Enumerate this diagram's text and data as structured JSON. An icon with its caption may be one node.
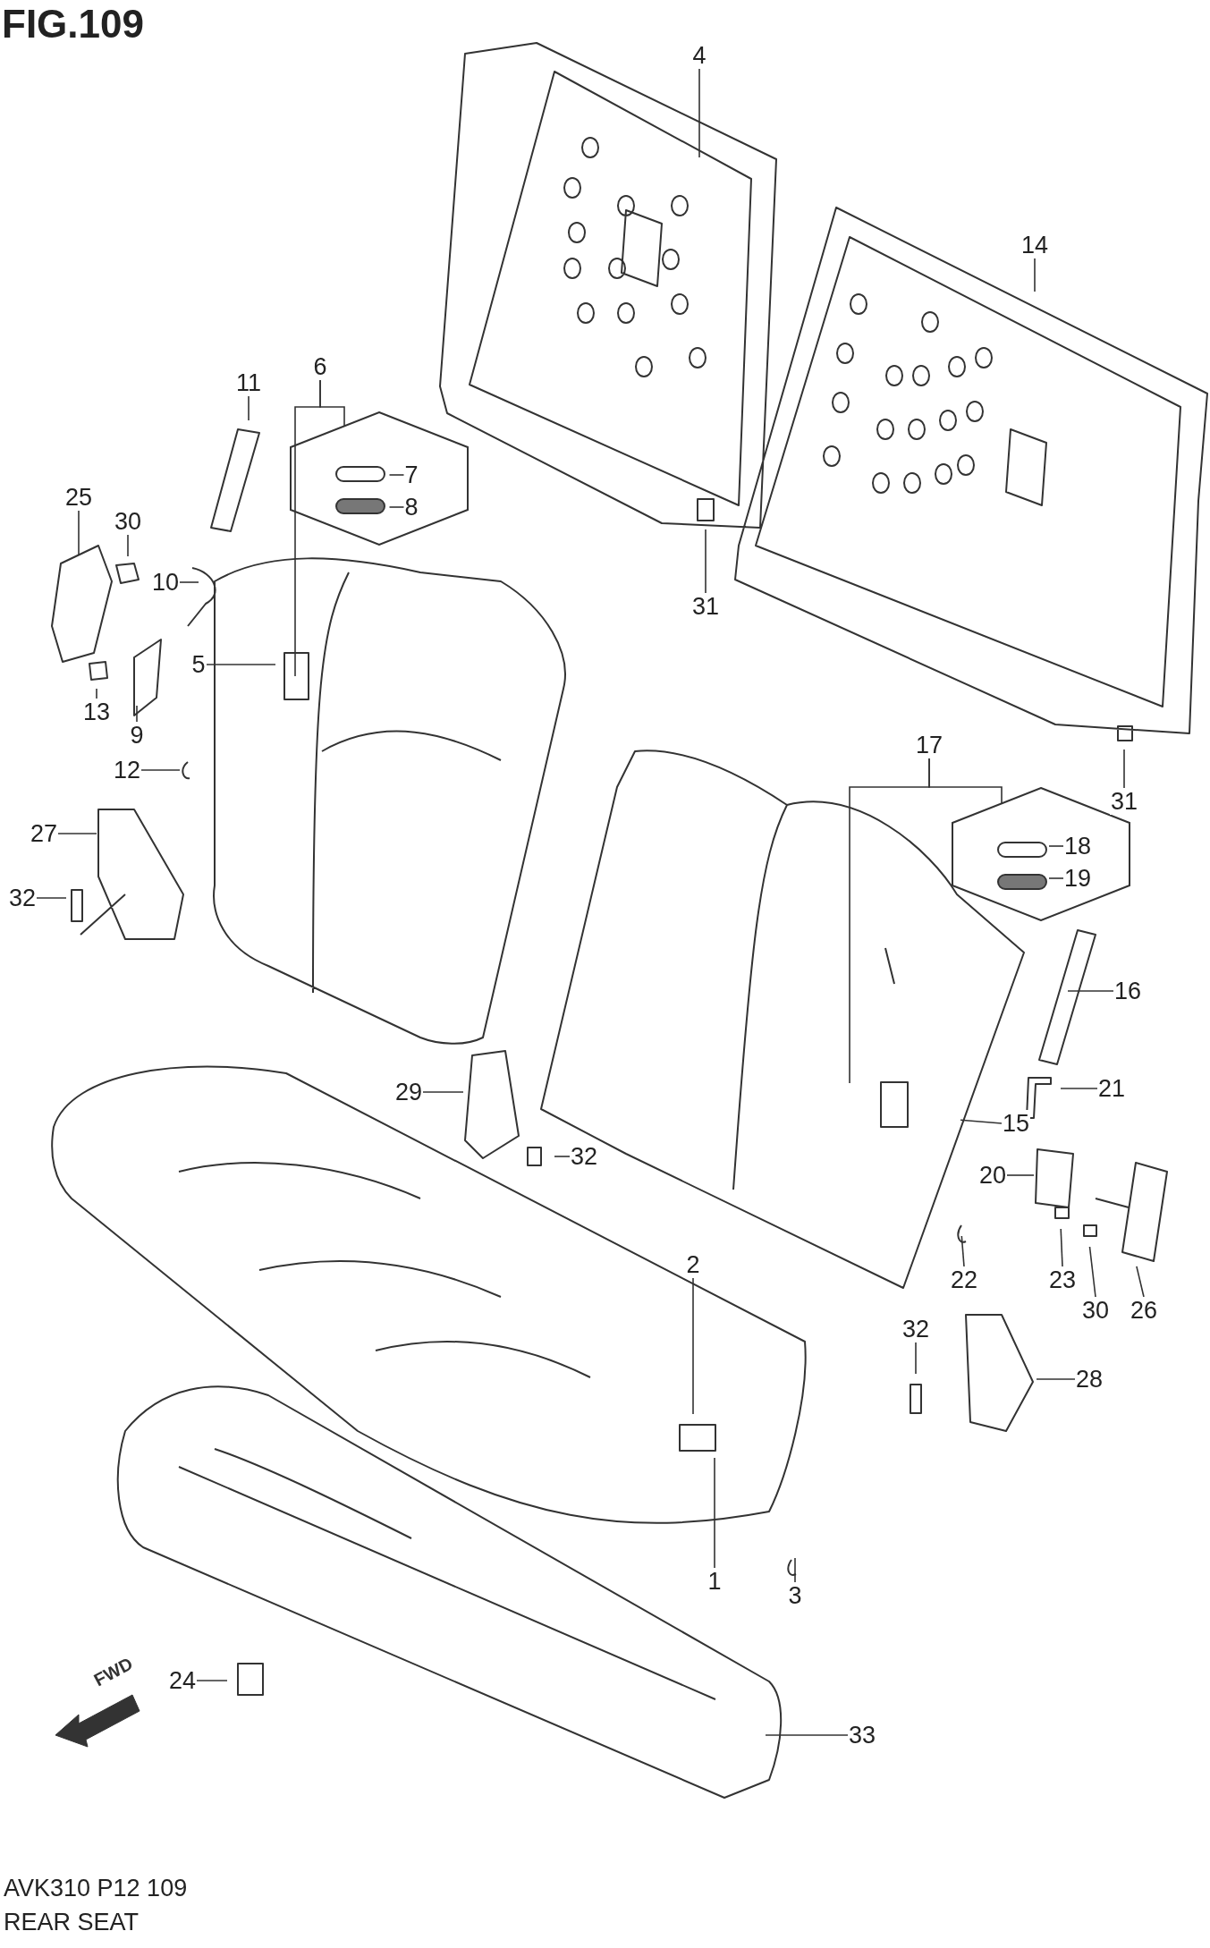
{
  "diagram": {
    "title": "FIG.109",
    "nodes": [
      {
        "text": [
          "4"
        ]
      },
      {
        "text": [
          "14"
        ]
      },
      {
        "text": [
          "6"
        ]
      },
      {
        "text": [],
        "shape": "hexagon"
      },
      {
        "text": [
          "7"
        ],
        "in": 3
      },
      {
        "text": [
          "8"
        ],
        "in": 3
      },
      {
        "text": [
          "11"
        ]
      },
      {
        "text": [
          "25"
        ]
      },
      {
        "text": [
          "30"
        ]
      },
      {
        "text": [
          "10"
        ]
      },
      {
        "text": [
          "31"
        ]
      },
      {
        "text": [
          "5"
        ]
      },
      {
        "text": [
          "13"
        ]
      },
      {
        "text": [
          "9"
        ]
      },
      {
        "text": [
          "12"
        ]
      },
      {
        "text": [
          "17"
        ]
      },
      {
        "text": [],
        "shape": "hexagon"
      },
      {
        "text": [
          "18"
        ],
        "in": 16
      },
      {
        "text": [
          "19"
        ],
        "in": 16
      },
      {
        "text": [
          "31"
        ]
      },
      {
        "text": [
          "27"
        ]
      },
      {
        "text": [
          "32"
        ]
      },
      {
        "text": [
          "16"
        ]
      },
      {
        "text": [
          "29"
        ]
      },
      {
        "text": [
          "21"
        ]
      },
      {
        "text": [
          "32"
        ]
      },
      {
        "text": [
          "15"
        ]
      },
      {
        "text": [
          "20"
        ]
      },
      {
        "text": [
          "22"
        ]
      },
      {
        "text": [
          "23"
        ]
      },
      {
        "text": [
          "30"
        ]
      },
      {
        "text": [
          "26"
        ]
      },
      {
        "text": [
          "2"
        ]
      },
      {
        "text": [
          "32"
        ]
      },
      {
        "text": [
          "28"
        ]
      },
      {
        "text": [
          "1"
        ]
      },
      {
        "text": [
          "3"
        ]
      },
      {
        "text": [
          "24"
        ]
      },
      {
        "text": [
          "33"
        ]
      }
    ],
    "edges": [
      {
        "from": 0,
        "to": null,
        "arrow": "none"
      },
      {
        "from": 1,
        "to": null,
        "arrow": "none"
      },
      {
        "from": 2,
        "to": 3,
        "arrow": "none"
      },
      {
        "from": 2,
        "to": null,
        "arrow": "none"
      },
      {
        "from": 4,
        "to": null,
        "arrow": "none"
      },
      {
        "from": 5,
        "to": null,
        "arrow": "none"
      },
      {
        "from": 6,
        "to": null,
        "arrow": "none"
      },
      {
        "from": 7,
        "to": null,
        "arrow": "none"
      },
      {
        "from": 8,
        "to": null,
        "arrow": "none"
      },
      {
        "from": 9,
        "to": null,
        "arrow": "none"
      },
      {
        "from": 10,
        "to": null,
        "arrow": "none"
      },
      {
        "from": 11,
        "to": null,
        "arrow": "none"
      },
      {
        "from": 12,
        "to": null,
        "arrow": "none"
      },
      {
        "from": 13,
        "to": null,
        "arrow": "none"
      },
      {
        "from": 14,
        "to": null,
        "arrow": "none"
      },
      {
        "from": 15,
        "to": 16,
        "arrow": "none"
      },
      {
        "from": 15,
        "to": null,
        "arrow": "none"
      },
      {
        "from": 17,
        "to": null,
        "arrow": "none"
      },
      {
        "from": 18,
        "to": null,
        "arrow": "none"
      },
      {
        "from": 19,
        "to": null,
        "arrow": "none"
      },
      {
        "from": 20,
        "to": null,
        "arrow": "none"
      },
      {
        "from": 21,
        "to": null,
        "arrow": "none"
      },
      {
        "from": 22,
        "to": null,
        "arrow": "none"
      },
      {
        "from": 23,
        "to": null,
        "arrow": "none"
      },
      {
        "from": 24,
        "to": null,
        "arrow": "none"
      },
      {
        "from": 25,
        "to": null,
        "arrow": "none"
      },
      {
        "from": 26,
        "to": null,
        "arrow": "none"
      },
      {
        "from": 27,
        "to": null,
        "arrow": "none"
      },
      {
        "from": 28,
        "to": null,
        "arrow": "none"
      },
      {
        "from": 29,
        "to": null,
        "arrow": "none"
      },
      {
        "from": 30,
        "to": null,
        "arrow": "none"
      },
      {
        "from": 31,
        "to": null,
        "arrow": "none"
      },
      {
        "from": 32,
        "to": null,
        "arrow": "none"
      },
      {
        "from": 33,
        "to": null,
        "arrow": "none"
      },
      {
        "from": 34,
        "to": null,
        "arrow": "none"
      },
      {
        "from": 35,
        "to": null,
        "arrow": "none"
      },
      {
        "from": 36,
        "to": null,
        "arrow": "none"
      },
      {
        "from": 37,
        "to": null,
        "arrow": "none"
      },
      {
        "from": 38,
        "to": null,
        "arrow": "none"
      }
    ],
    "labels": [
      "FWD",
      "AVK310 P12 109",
      "REAR SEAT"
    ]
  }
}
